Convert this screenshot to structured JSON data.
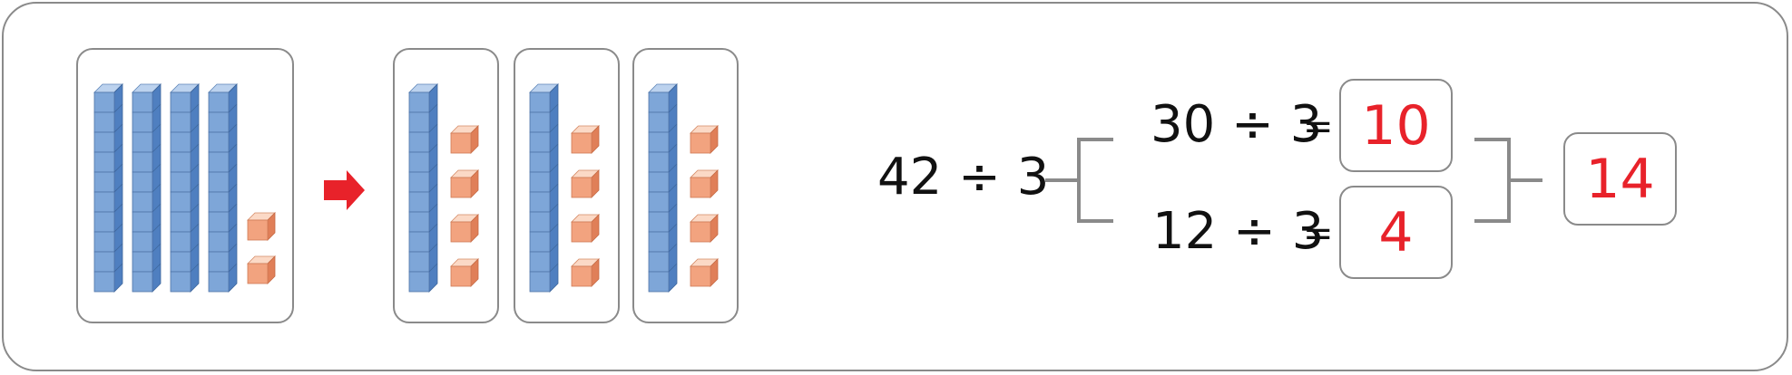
{
  "left_models": {
    "original": {
      "rods": 4,
      "units": 2
    },
    "groups": [
      {
        "rods": 1,
        "units": 4
      },
      {
        "rods": 1,
        "units": 4
      },
      {
        "rods": 1,
        "units": 4
      }
    ]
  },
  "colors": {
    "rod_face": "#7ea6d8",
    "rod_side": "#4f7fc0",
    "rod_top": "#bcd2ee",
    "unit_face": "#f2a37f",
    "unit_side": "#e07f58",
    "unit_top": "#fbd9c6",
    "arrow": "#e8222a",
    "answer": "#e8222a",
    "border": "#8a8a8a"
  },
  "equation": {
    "main": "42 ÷ 3",
    "part1": {
      "expr": "30 ÷ 3",
      "equals": "=",
      "answer": "10"
    },
    "part2": {
      "expr": "12 ÷ 3",
      "equals": "=",
      "answer": "4"
    },
    "result": "14"
  }
}
